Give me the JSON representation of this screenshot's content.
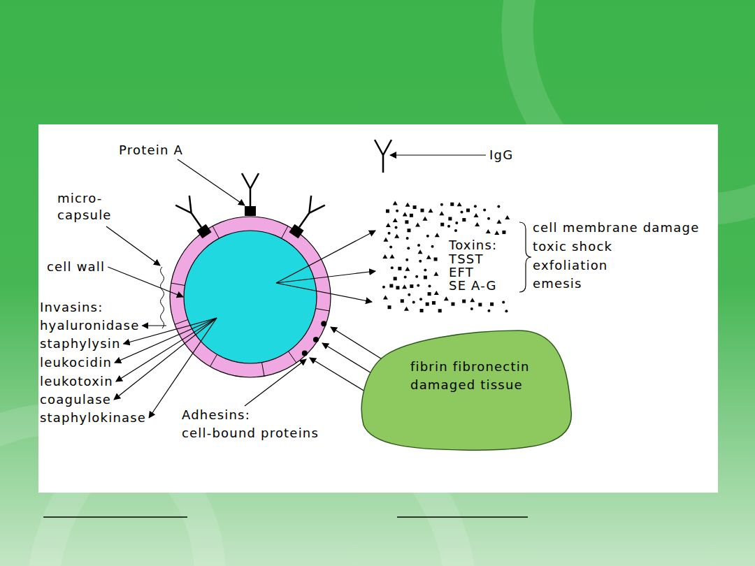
{
  "diagram": {
    "nodes": [
      {
        "text": [
          "fibrin fibronectin damaged tissue"
        ]
      }
    ],
    "labels": [
      "Protein A",
      "IgG",
      "micro- capsule",
      "cell wall",
      "Invasins:",
      "hyaluronidase",
      "staphylysin",
      "leukocidin",
      "leukotoxin",
      "coagulase",
      "staphylokinase",
      "Adhesins:",
      "cell-bound proteins",
      "Toxins:",
      "TSST",
      "EFT",
      "SE A-G",
      "cell membrane damage",
      "toxic shock",
      "exfoliation",
      "emesis"
    ]
  }
}
